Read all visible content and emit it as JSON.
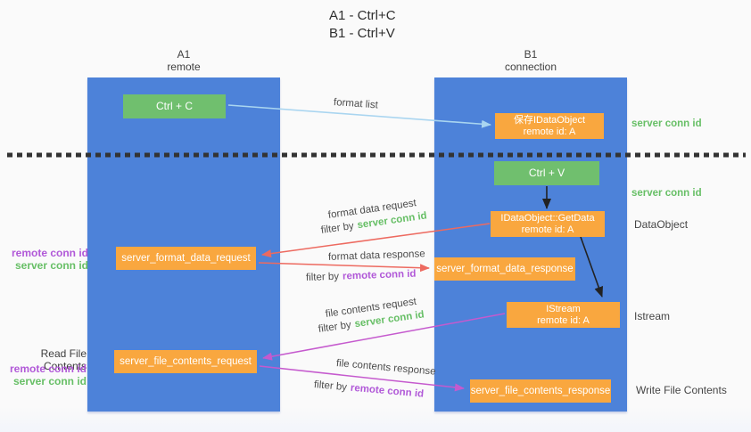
{
  "title": {
    "line1": "A1 - Ctrl+C",
    "line2": "B1 - Ctrl+V"
  },
  "columns": {
    "a1": {
      "name": "A1",
      "subtitle": "remote"
    },
    "b1": {
      "name": "B1",
      "subtitle": "connection"
    }
  },
  "nodes": {
    "ctrl_c": {
      "label": "Ctrl + C"
    },
    "ctrl_v": {
      "label": "Ctrl + V"
    },
    "save_dataobject": {
      "line1": "保存IDataObject",
      "line2": "remote id: A"
    },
    "getdata": {
      "line1": "IDataObject::GetData",
      "line2": "remote id: A"
    },
    "istream": {
      "line1": "IStream",
      "line2": "remote id: A"
    },
    "format_request": {
      "label": "server_format_data_request"
    },
    "format_response": {
      "label": "server_format_data_response"
    },
    "file_request": {
      "label": "server_file_contents_request"
    },
    "file_response": {
      "label": "server_file_contents_response"
    }
  },
  "annotations": {
    "format_list": "format list",
    "format_data_request": "format data request",
    "filter_format_request": {
      "prefix": "filter by",
      "value": "server conn id"
    },
    "format_data_response": "format data response",
    "filter_format_response": {
      "prefix": "filter by",
      "value": "remote conn id"
    },
    "file_contents_request": "file contents request",
    "filter_file_request": {
      "prefix": "filter by",
      "value": "server conn id"
    },
    "file_contents_response": "file contents response",
    "filter_file_response": {
      "prefix": "filter by",
      "value": "remote conn id"
    }
  },
  "side_labels": {
    "right": {
      "server_conn_id_top": "server conn id",
      "server_conn_id_mid": "server conn id",
      "dataobject": "DataObject",
      "istream": "Istream",
      "write_file_contents": "Write File Contents"
    },
    "left": {
      "format_remote_conn_id": "remote conn id",
      "format_server_conn_id": "server conn id",
      "read_file_contents": "Read File Contents",
      "file_remote_conn_id": "remote conn id",
      "file_server_conn_id": "server conn id"
    }
  },
  "colors": {
    "column_blue": "#4d82d9",
    "box_green": "#70bf6e",
    "box_orange": "#f9a73f",
    "arrow_lightblue": "#a9d5f0",
    "arrow_red": "#ed6a60",
    "arrow_magenta": "#c55ace",
    "arrow_black": "#222222",
    "text_green": "#67bf66",
    "text_purple": "#b159d8",
    "text_dark": "#4d4d4d"
  }
}
